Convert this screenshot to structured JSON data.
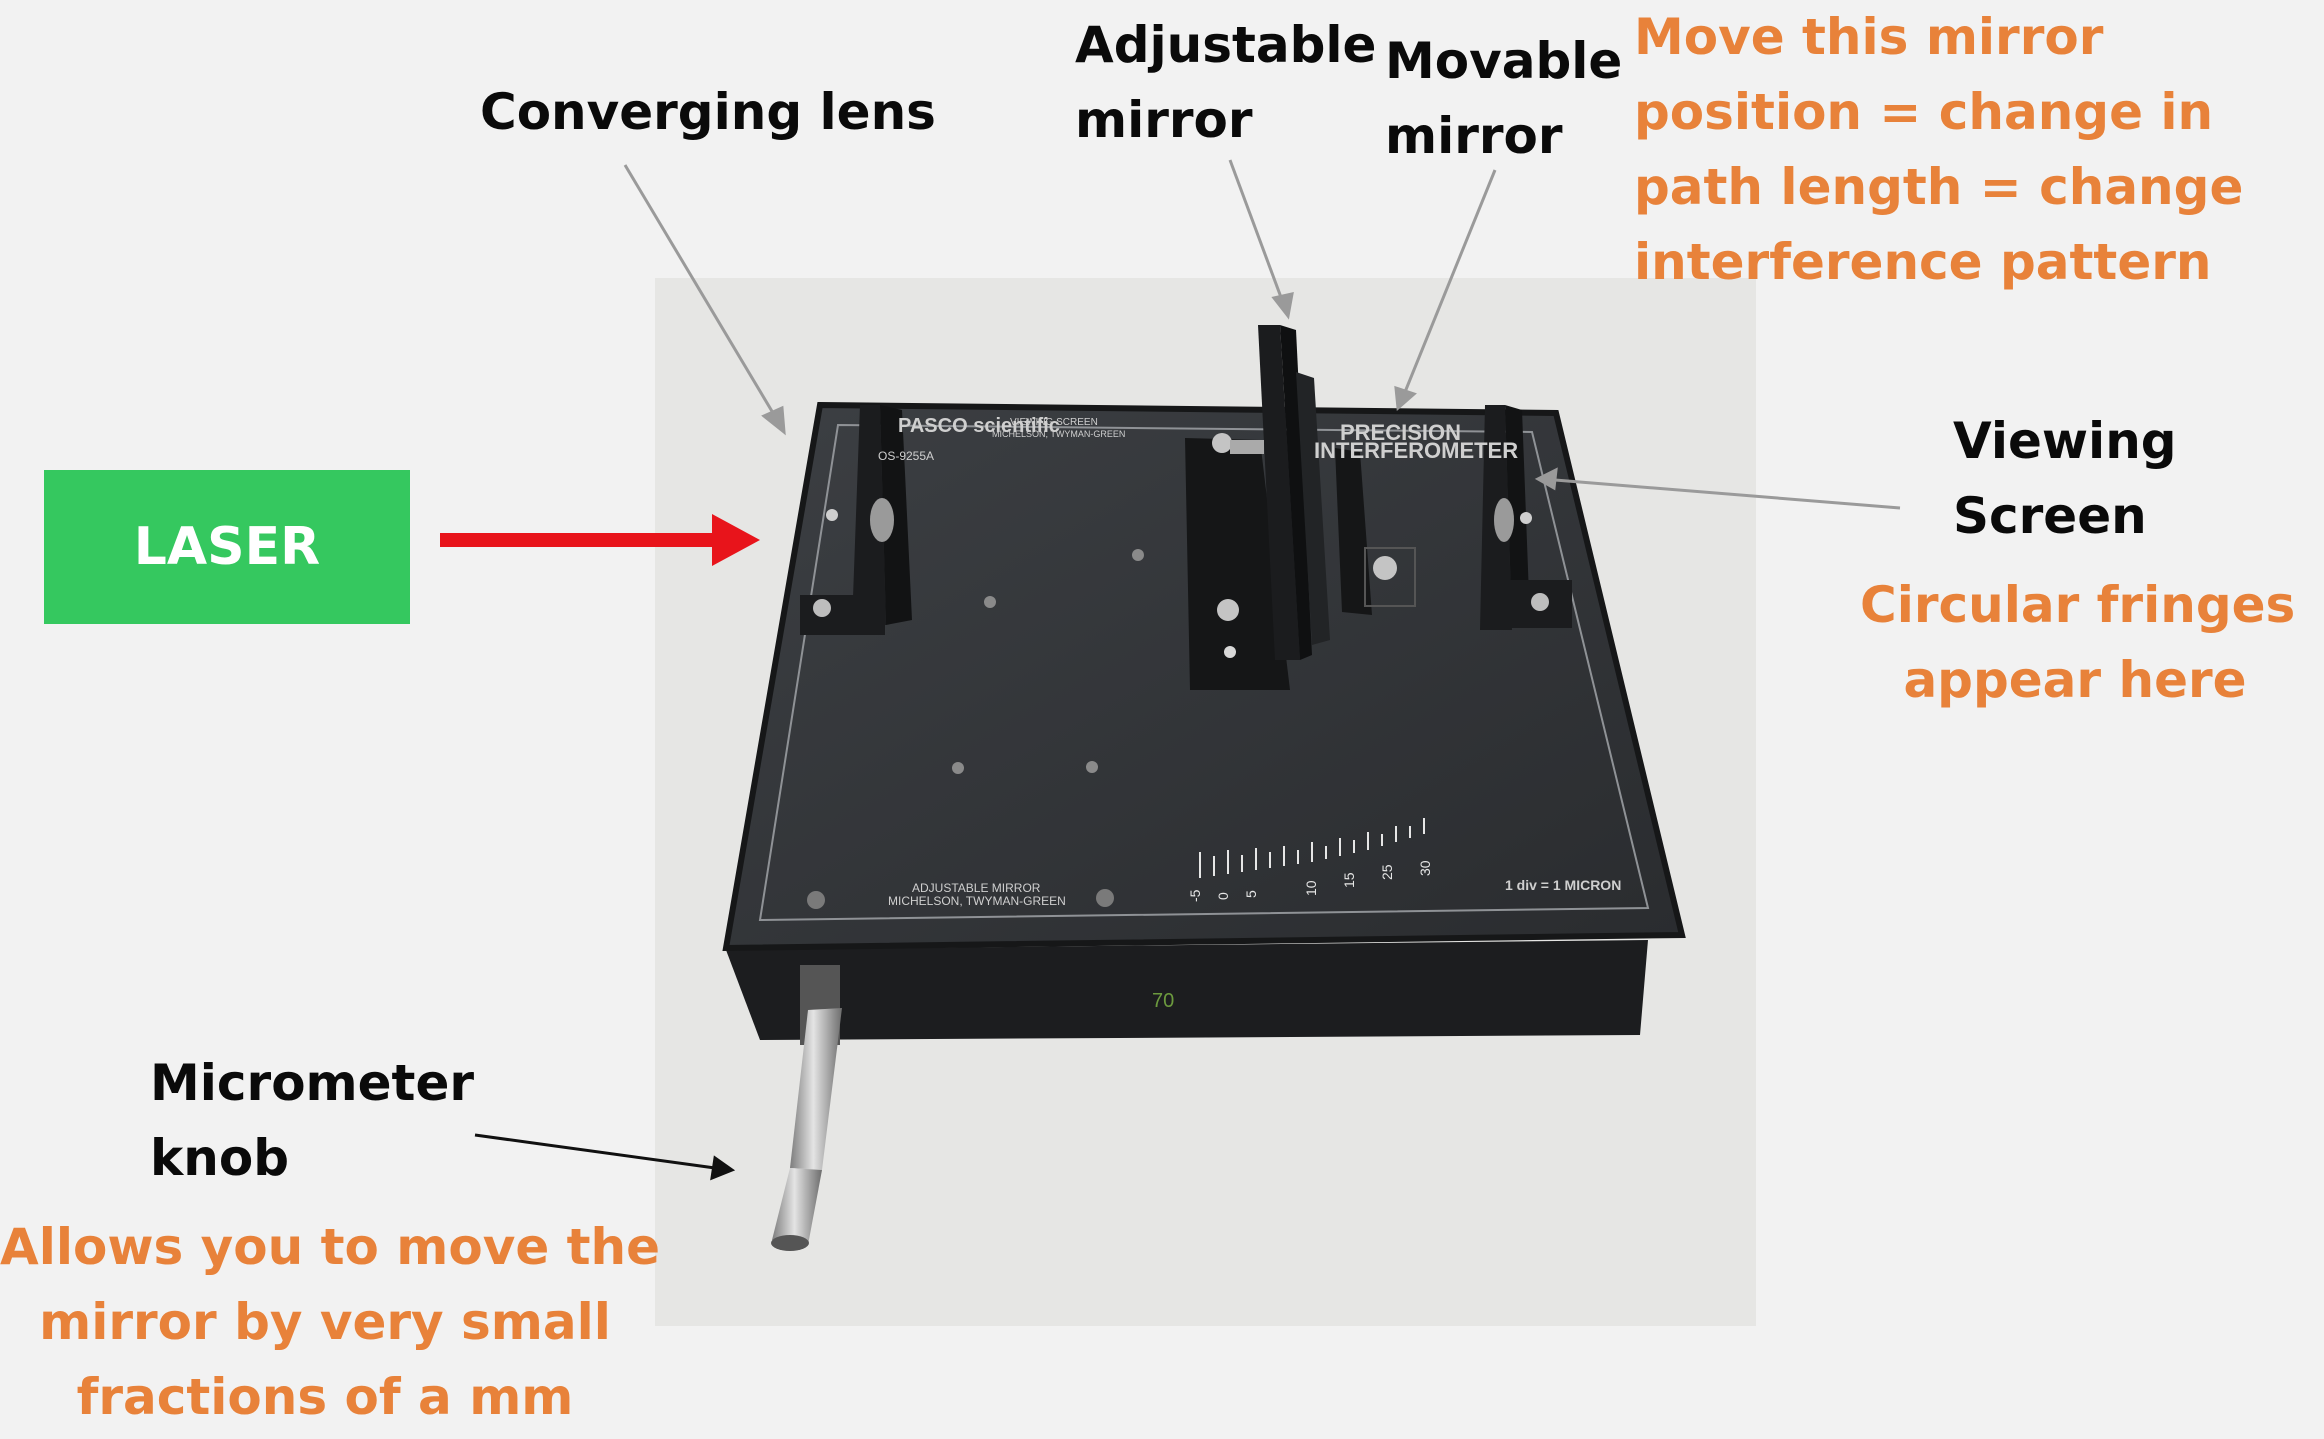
{
  "labels": {
    "converging_lens": "Converging lens",
    "adjustable_mirror_l1": "Adjustable",
    "adjustable_mirror_l2": "mirror",
    "movable_mirror_l1": "Movable",
    "movable_mirror_l2": "mirror",
    "viewing_screen_l1": "Viewing",
    "viewing_screen_l2": "Screen",
    "micrometer_l1": "Micrometer",
    "micrometer_l2": "knob",
    "laser": "LASER"
  },
  "notes": {
    "mirror_l1": "Move this mirror",
    "mirror_l2": "position = change in",
    "mirror_l3": "path length = change",
    "mirror_l4": "interference pattern",
    "fringes_l1": "Circular fringes",
    "fringes_l2": "appear here",
    "micrometer_l1": "Allows you to move the",
    "micrometer_l2": "mirror by very small",
    "micrometer_l3": "fractions of a mm"
  },
  "device": {
    "brand_text": "PASCO scientific",
    "model": "OS-9255A",
    "title_l1": "PRECISION",
    "title_l2": "INTERFEROMETER",
    "viewing_screen_text": "VIEWING SCREEN",
    "viewing_screen_sub": "MICHELSON, TWYMAN-GREEN",
    "adjustable_mirror_text": "ADJUSTABLE MIRROR",
    "adjustable_mirror_sub": "MICHELSON, TWYMAN-GREEN",
    "scale_note": "1 div = 1 MICRON",
    "scale_ticks": [
      "-5",
      "0",
      "5",
      "10",
      "15",
      "25",
      "30"
    ],
    "front_number": "70"
  },
  "colors": {
    "annotation_orange": "#e8823a",
    "laser_green": "#35c85f",
    "laser_arrow": "#e8141b",
    "pointer_gray": "#9a9a9a"
  }
}
